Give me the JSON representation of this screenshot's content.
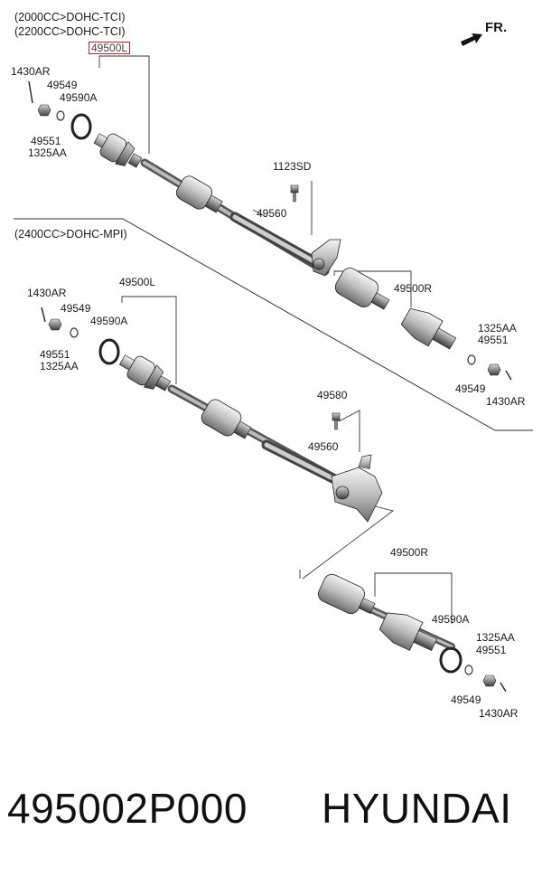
{
  "upper": {
    "variant_1": "(2000CC>DOHC-TCI)",
    "variant_2": "(2200CC>DOHC-TCI)",
    "assy_left": "49500L",
    "l_1430": "1430AR",
    "l_49549": "49549",
    "l_49590": "49590A",
    "l_49551": "49551",
    "l_1325": "1325AA",
    "l_1123": "1123SD",
    "l_49560": "49560",
    "assy_right": "49500R",
    "r_1325": "1325AA",
    "r_49551": "49551",
    "r_49549": "49549",
    "r_1430": "1430AR"
  },
  "lower": {
    "variant": "(2400CC>DOHC-MPI)",
    "l_1430": "1430AR",
    "assy_left": "49500L",
    "l_49549": "49549",
    "l_49590": "49590A",
    "l_49551": "49551",
    "l_1325": "1325AA",
    "l_49580": "49580",
    "l_49560": "49560",
    "assy_right": "49500R",
    "r_49590": "49590A",
    "r_1325": "1325AA",
    "r_49551": "49551",
    "r_49549": "49549",
    "r_1430": "1430AR"
  },
  "direction_label": "FR.",
  "part_number": "495002P000",
  "brand": "HYUNDAI",
  "highlight_color": "#d42027"
}
